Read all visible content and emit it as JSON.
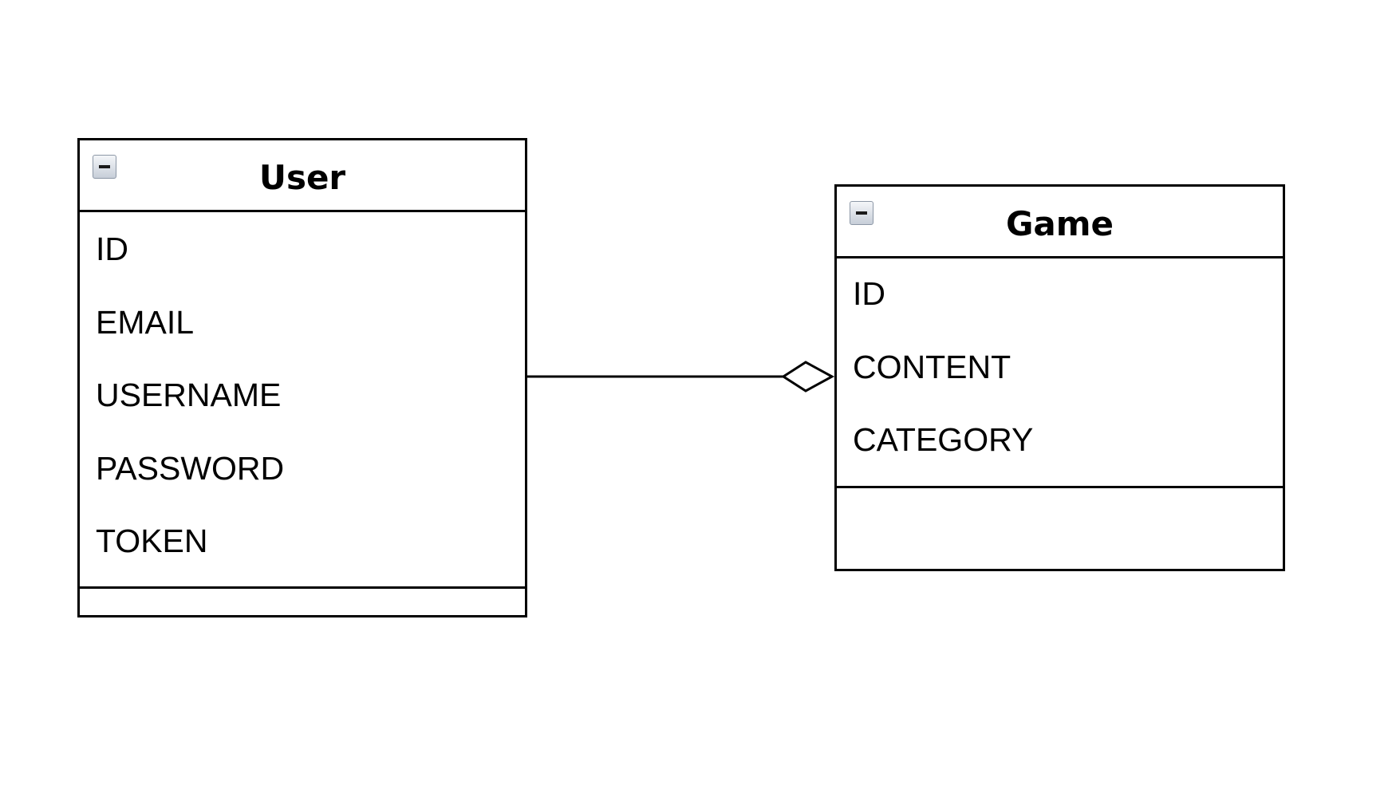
{
  "classes": {
    "user": {
      "name": "User",
      "attributes": [
        "ID",
        "EMAIL",
        "USERNAME",
        "PASSWORD",
        "TOKEN"
      ]
    },
    "game": {
      "name": "Game",
      "attributes": [
        "ID",
        "CONTENT",
        "CATEGORY"
      ]
    }
  },
  "relationship": {
    "type": "aggregation",
    "from": "User",
    "to": "Game",
    "diamond_at": "Game"
  },
  "icons": {
    "collapse": "collapse-minus-icon"
  },
  "colors": {
    "line": "#000000",
    "background": "#ffffff",
    "toggle_border": "#8c97a6"
  }
}
